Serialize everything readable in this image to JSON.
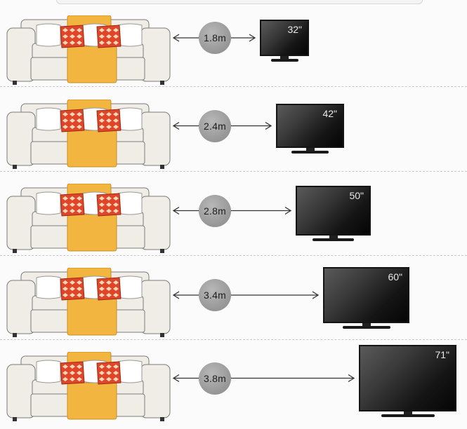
{
  "rows": [
    {
      "distance": "1.8m",
      "tv_size": "32\""
    },
    {
      "distance": "2.4m",
      "tv_size": "42\""
    },
    {
      "distance": "2.8m",
      "tv_size": "50\""
    },
    {
      "distance": "3.4m",
      "tv_size": "60\""
    },
    {
      "distance": "3.8m",
      "tv_size": "71\""
    }
  ],
  "colors": {
    "sofa": "#f0ede6",
    "sofa_outline": "#7a7a7a",
    "throw": "#f2b640",
    "pillow_plain": "#ffffff",
    "pillow_pattern": "#e0452a",
    "circle": "#9c9c9c",
    "tv": "#111111"
  }
}
